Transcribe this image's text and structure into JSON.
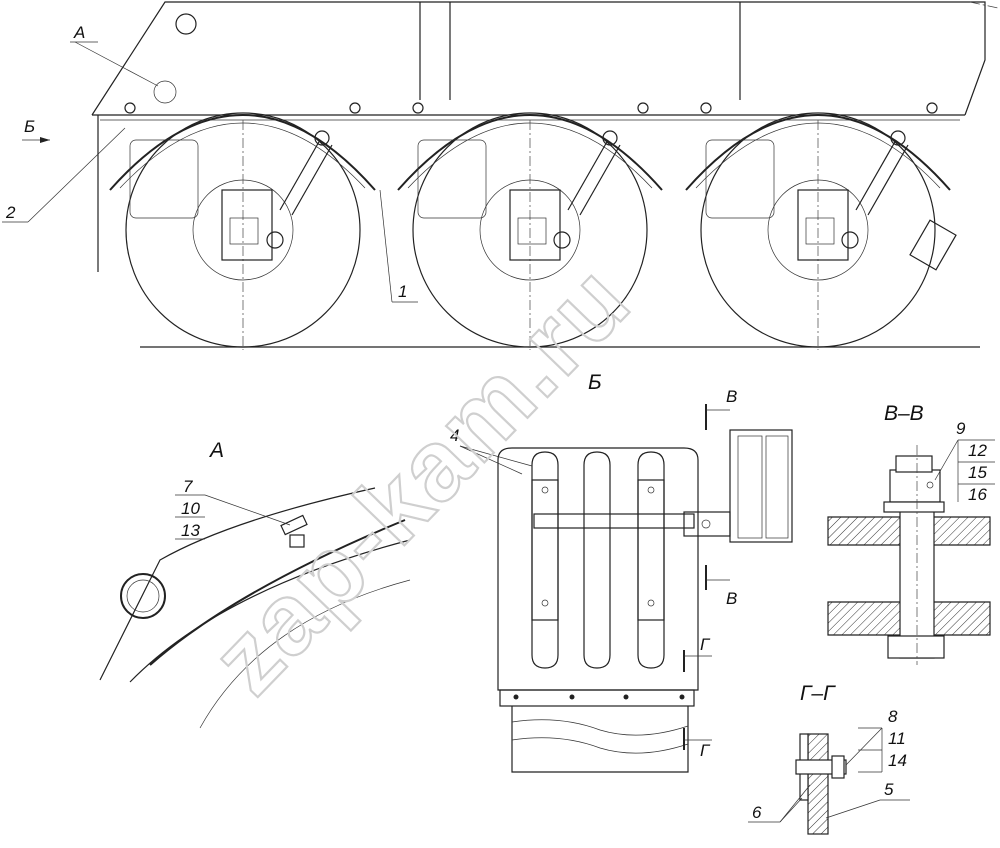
{
  "watermark": "zap-kam.ru",
  "views": {
    "view_a_callout": "А",
    "view_b_arrow": "Б",
    "view_a_title": "А",
    "view_b_title": "Б",
    "section_vv_title": "В–В",
    "section_gg_title": "Г–Г",
    "section_v_mark_top": "В",
    "section_v_mark_bottom": "В",
    "section_g_mark_top": "Г",
    "section_g_mark_bottom": "Г"
  },
  "callouts": {
    "c1": "1",
    "c2": "2",
    "c4": "4",
    "c5": "5",
    "c6": "6",
    "c7": "7",
    "c8": "8",
    "c9": "9",
    "c10": "10",
    "c11": "11",
    "c12": "12",
    "c13": "13",
    "c14": "14",
    "c15": "15",
    "c16": "16"
  }
}
